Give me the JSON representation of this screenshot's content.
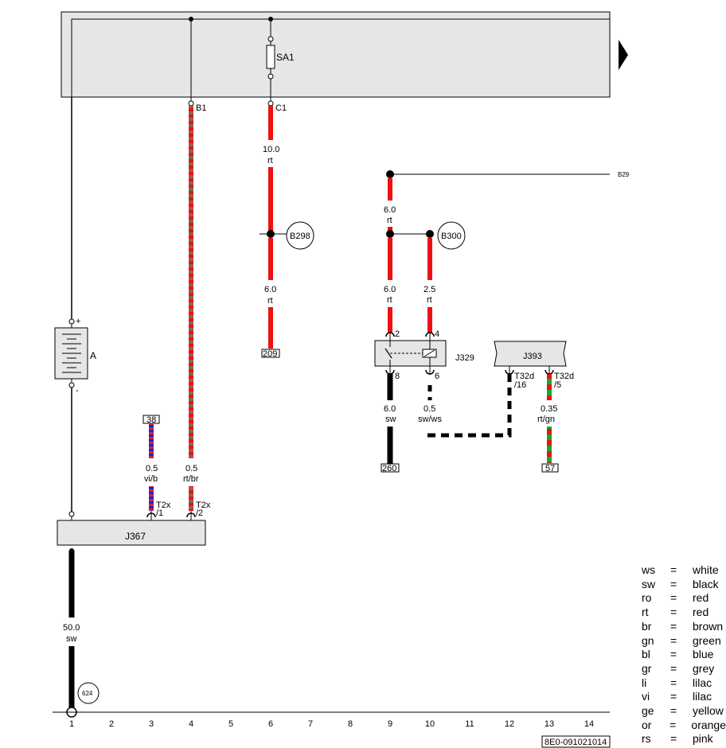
{
  "fuse": {
    "label": "SA1"
  },
  "arrow": "page-continuation-arrow-icon",
  "terminals": {
    "b1": "B1",
    "c1": "C1"
  },
  "wires": {
    "w_10_rt": {
      "size": "10.0",
      "color": "rt"
    },
    "w_6_rt_col6": {
      "size": "6.0",
      "color": "rt"
    },
    "w_6_rt_col9_top": {
      "size": "6.0",
      "color": "rt"
    },
    "w_6_rt_col9_mid": {
      "size": "6.0",
      "color": "rt"
    },
    "w_25_rt": {
      "size": "2.5",
      "color": "rt"
    },
    "w_6_sw": {
      "size": "6.0",
      "color": "sw"
    },
    "w_05_swws": {
      "size": "0.5",
      "color": "sw/ws"
    },
    "w_035_rtgn": {
      "size": "0.35",
      "color": "rt/gn"
    },
    "w_05_vib": {
      "size": "0.5",
      "color": "vi/b"
    },
    "w_05_rtbr": {
      "size": "0.5",
      "color": "rt/br"
    },
    "w_50_sw": {
      "size": "50.0",
      "color": "sw"
    }
  },
  "connections": {
    "b298": "B298",
    "b300": "B300",
    "b29": "B29",
    "c624": "624"
  },
  "refs": {
    "r209": "209",
    "r38": "38",
    "r260": "260",
    "r57": "57"
  },
  "components": {
    "battery": "A",
    "battery_plus": "+",
    "battery_minus": "-",
    "j329": "J329",
    "j393": "J393",
    "j367": "J367"
  },
  "pins": {
    "j329_2": "2",
    "j329_4": "4",
    "j329_8": "8",
    "j329_6": "6",
    "j393_16a": "T32d",
    "j393_16b": "/16",
    "j393_5a": "T32d",
    "j393_5b": "/5",
    "j367_1a": "T2x",
    "j367_1b": "/1",
    "j367_2a": "T2x",
    "j367_2b": "/2"
  },
  "columns": [
    "1",
    "2",
    "3",
    "4",
    "5",
    "6",
    "7",
    "8",
    "9",
    "10",
    "11",
    "12",
    "13",
    "14"
  ],
  "doc_number": "8E0-091021014",
  "legend": [
    {
      "code": "ws",
      "eq": "=",
      "name": "white"
    },
    {
      "code": "sw",
      "eq": "=",
      "name": "black"
    },
    {
      "code": "ro",
      "eq": "=",
      "name": "red"
    },
    {
      "code": "rt",
      "eq": "=",
      "name": "red"
    },
    {
      "code": "br",
      "eq": "=",
      "name": "brown"
    },
    {
      "code": "gn",
      "eq": "=",
      "name": "green"
    },
    {
      "code": "bl",
      "eq": "=",
      "name": "blue"
    },
    {
      "code": "gr",
      "eq": "=",
      "name": "grey"
    },
    {
      "code": "li",
      "eq": "=",
      "name": "lilac"
    },
    {
      "code": "vi",
      "eq": "=",
      "name": "lilac"
    },
    {
      "code": "ge",
      "eq": "=",
      "name": "yellow"
    },
    {
      "code": "or",
      "eq": "=",
      "name": "orange"
    },
    {
      "code": "rs",
      "eq": "=",
      "name": "pink"
    }
  ],
  "colors": {
    "red": "#ee1111",
    "black": "#000000",
    "green": "#11aa33",
    "blue": "#2222cc",
    "brown": "#886655",
    "box_fill": "#e6e6e6"
  }
}
